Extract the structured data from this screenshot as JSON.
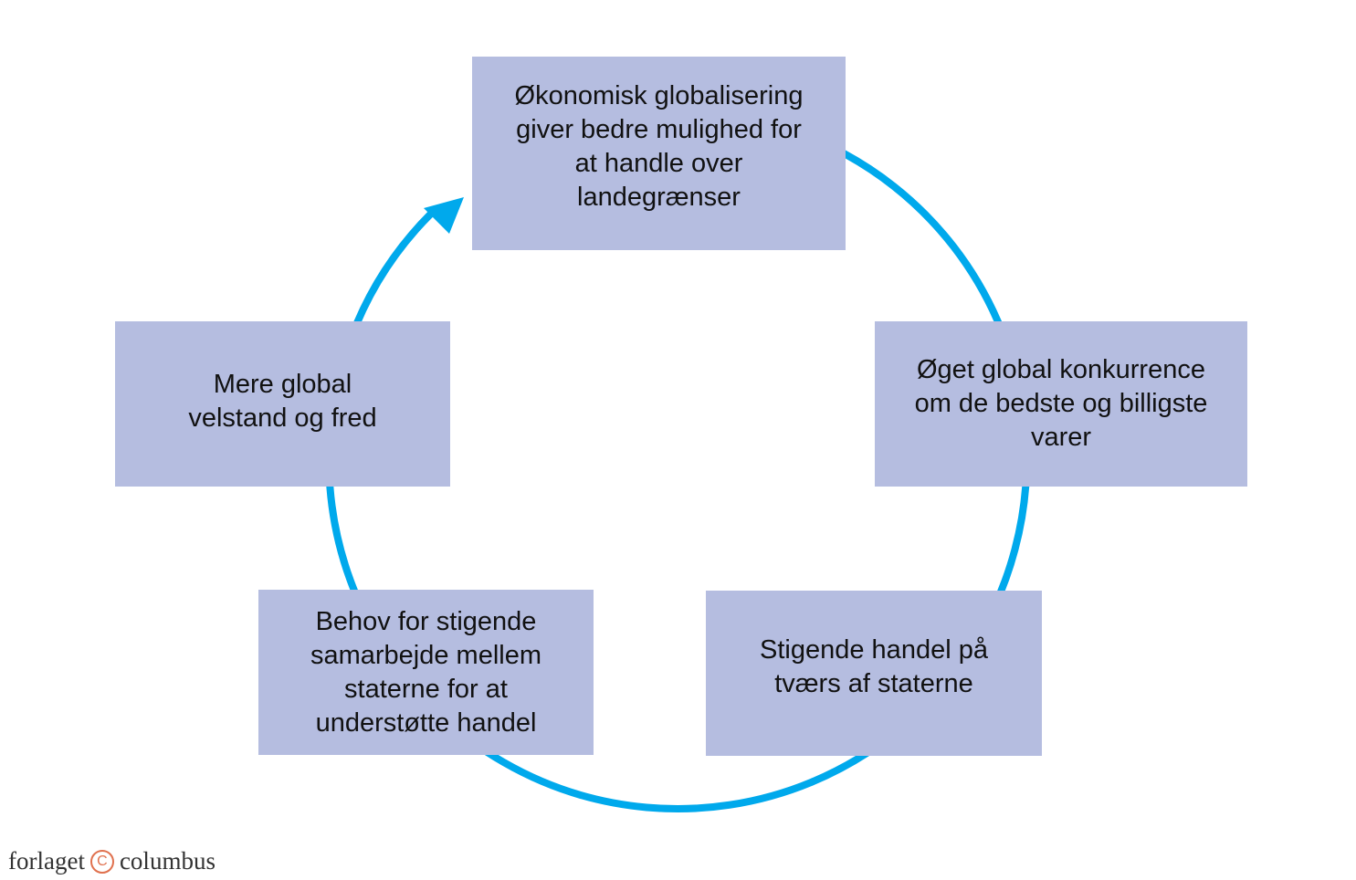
{
  "diagram": {
    "steps": [
      "Økonomisk globalisering\ngiver bedre mulighed for\nat handle over\nlandegrænser",
      "Øget global konkurrence\nom de bedste og billigste\nvarer",
      "Stigende handel på\ntværs af staterne",
      "Behov for stigende\nsamarbejde mellem\nstaterne for at\nunderstøtte handel",
      "Mere global\nvelstand og fred"
    ],
    "colors": {
      "box_fill": "#b5bde0",
      "arrow": "#00a9ec",
      "text": "#111111"
    }
  },
  "footer": {
    "publisher_left": "forlaget",
    "publisher_icon": "copyright-circle-icon",
    "publisher_right": "columbus",
    "accent": "#e0714e"
  }
}
